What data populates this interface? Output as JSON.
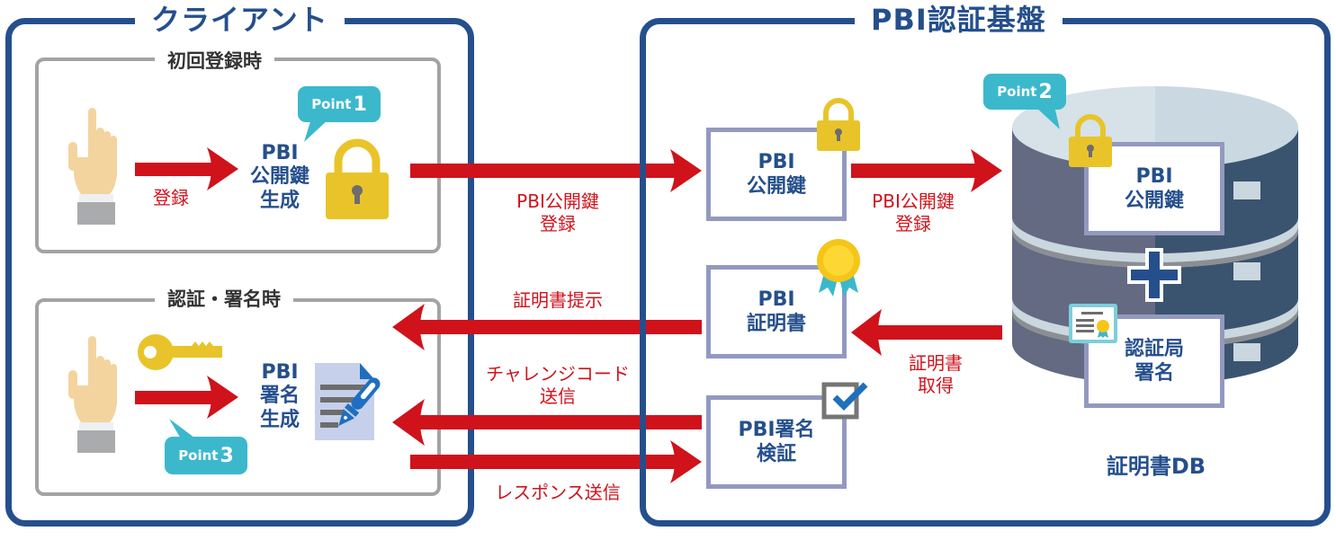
{
  "client_panel": {
    "title": "クライアント",
    "first_registration": {
      "title": "初回登録時",
      "arrow_label": "登録",
      "step_label_line1": "PBI",
      "step_label_line2": "公開鍵",
      "step_label_line3": "生成",
      "callout": {
        "prefix": "Point",
        "number": "1"
      }
    },
    "auth_signature": {
      "title": "認証・署名時",
      "step_label_line1": "PBI",
      "step_label_line2": "署名",
      "step_label_line3": "生成",
      "callout": {
        "prefix": "Point",
        "number": "3"
      }
    }
  },
  "middle_labels": {
    "public_key_registration_line1": "PBI公開鍵",
    "public_key_registration_line2": "登録",
    "certificate_presentation": "証明書提示",
    "challenge_code_line1": "チャレンジコード",
    "challenge_code_line2": "送信",
    "response_send": "レスポンス送信"
  },
  "pbi_platform": {
    "title": "PBI認証基盤",
    "nodes": {
      "public_key": {
        "line1": "PBI",
        "line2": "公開鍵"
      },
      "certificate": {
        "line1": "PBI",
        "line2": "証明書"
      },
      "signature_verification": {
        "line1": "PBI署名",
        "line2": "検証"
      }
    },
    "arrow_labels": {
      "db_registration_line1": "PBI公開鍵",
      "db_registration_line2": "登録",
      "cert_fetch_line1": "証明書",
      "cert_fetch_line2": "取得"
    },
    "database": {
      "label": "証明書DB",
      "public_key_card": {
        "line1": "PBI",
        "line2": "公開鍵"
      },
      "plus_symbol": "+",
      "ca_signature_card": {
        "line1": "認証局",
        "line2": "署名"
      },
      "callout": {
        "prefix": "Point",
        "number": "2"
      }
    }
  },
  "colors": {
    "panel_border": "#254f8c",
    "arrow_red": "#d0121b",
    "callout_cyan": "#3cb8cc",
    "lock_yellow": "#e8c42a",
    "node_border": "#9399bf",
    "subpanel_border": "#a3a3a3"
  }
}
